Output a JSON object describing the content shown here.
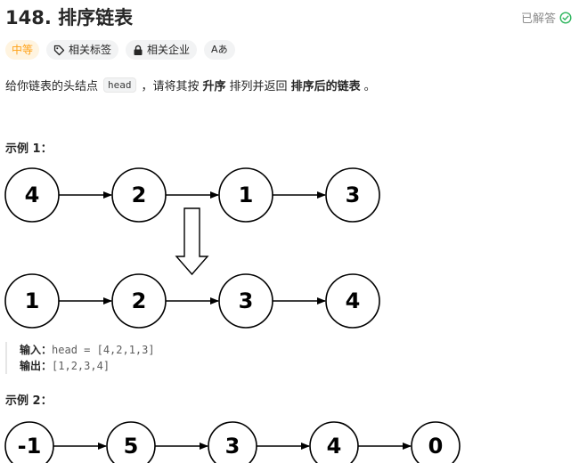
{
  "problem": {
    "title": "148. 排序链表",
    "status": "已解答",
    "status_color": "#2db55d"
  },
  "tags": [
    {
      "label": "中等",
      "icon": "none"
    },
    {
      "label": "相关标签",
      "icon": "tag-icon"
    },
    {
      "label": "相关企业",
      "icon": "lock-icon"
    },
    {
      "label": "Aあ",
      "icon": "translate-icon"
    }
  ],
  "description": {
    "part1": "给你链表的头结点",
    "code": "head",
    "part2": "，请将其按",
    "bold1": "升序",
    "part3": "排列并返回",
    "bold2": "排序后的链表",
    "part4": "。"
  },
  "example1": {
    "title": "示例 1：",
    "list_before": [
      "4",
      "2",
      "1",
      "3"
    ],
    "list_after": [
      "1",
      "2",
      "3",
      "4"
    ],
    "input_label": "输入：",
    "input_value": "head = [4,2,1,3]",
    "output_label": "输出：",
    "output_value": "[1,2,3,4]"
  },
  "example2": {
    "title": "示例 2：",
    "list_before": [
      "-1",
      "5",
      "3",
      "4",
      "0"
    ]
  }
}
